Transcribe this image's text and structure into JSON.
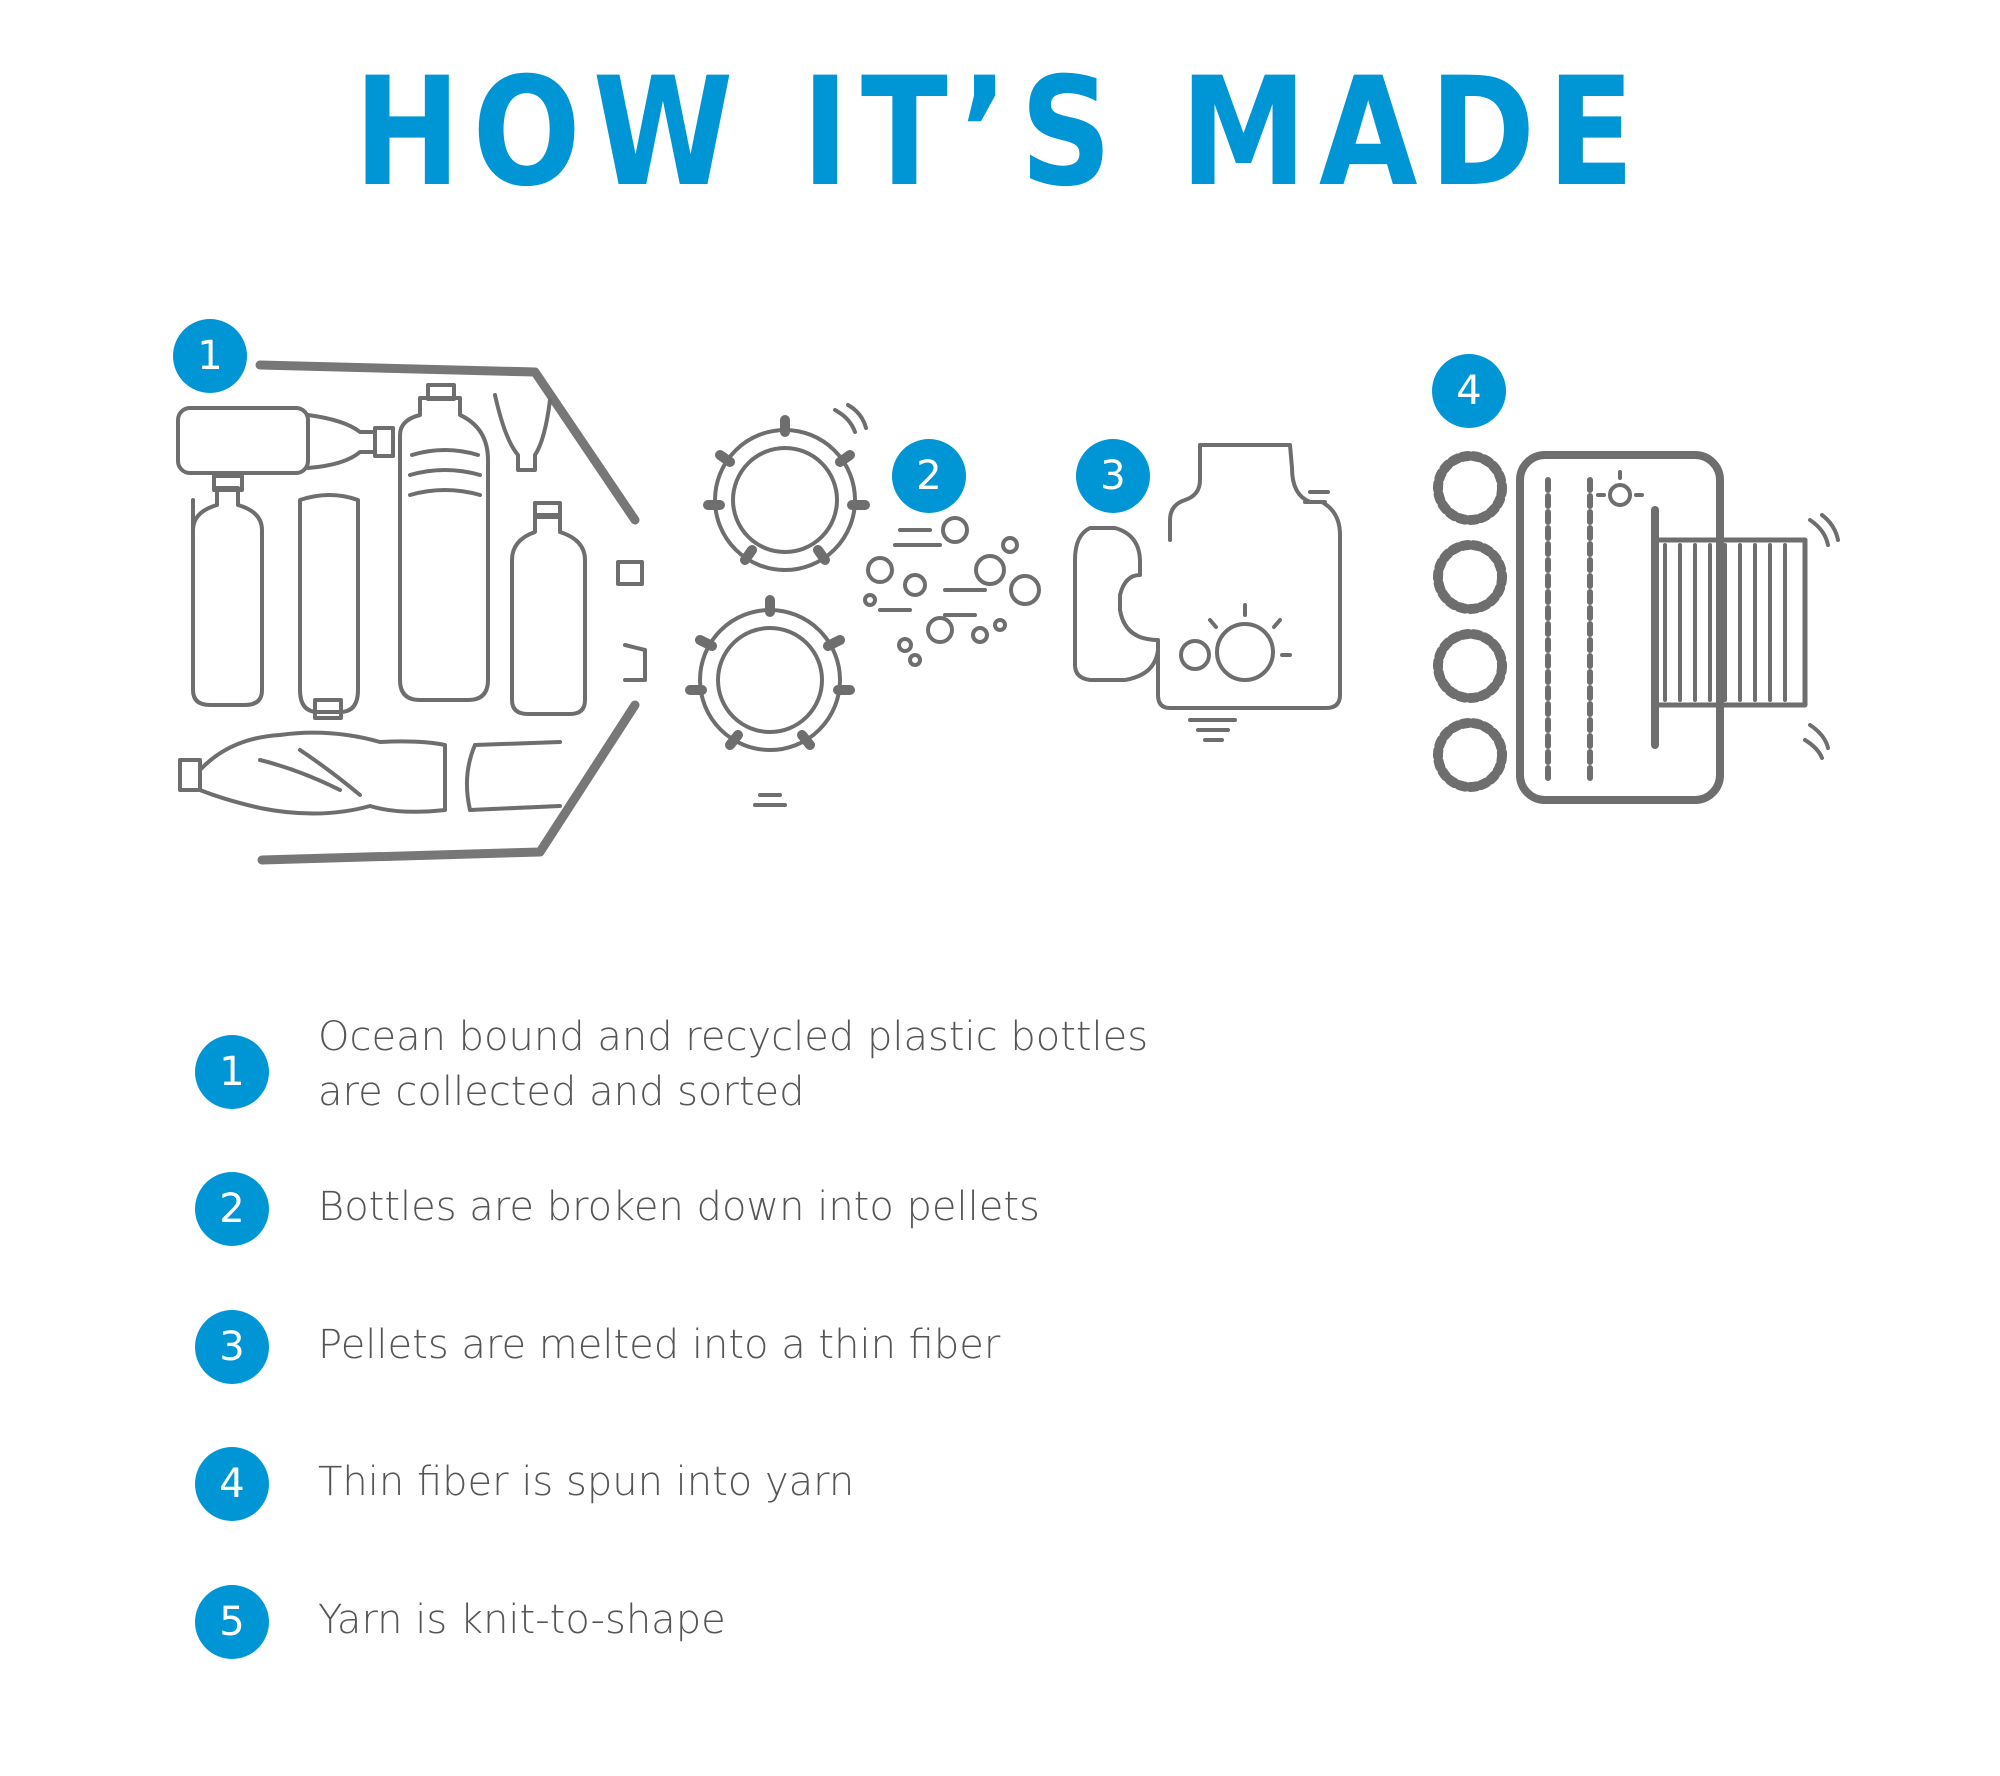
{
  "title": "HOW IT’S MADE",
  "accent_color": "#0096d6",
  "illustration": {
    "badges": [
      "1",
      "2",
      "3",
      "4"
    ]
  },
  "steps": [
    {
      "number": "1",
      "text": "Ocean bound and recycled plastic bottles\nare collected and sorted"
    },
    {
      "number": "2",
      "text": "Bottles are broken down into pellets"
    },
    {
      "number": "3",
      "text": "Pellets are melted into a thin fiber"
    },
    {
      "number": "4",
      "text": "Thin fiber is spun into yarn"
    },
    {
      "number": "5",
      "text": "Yarn is knit-to-shape"
    }
  ]
}
